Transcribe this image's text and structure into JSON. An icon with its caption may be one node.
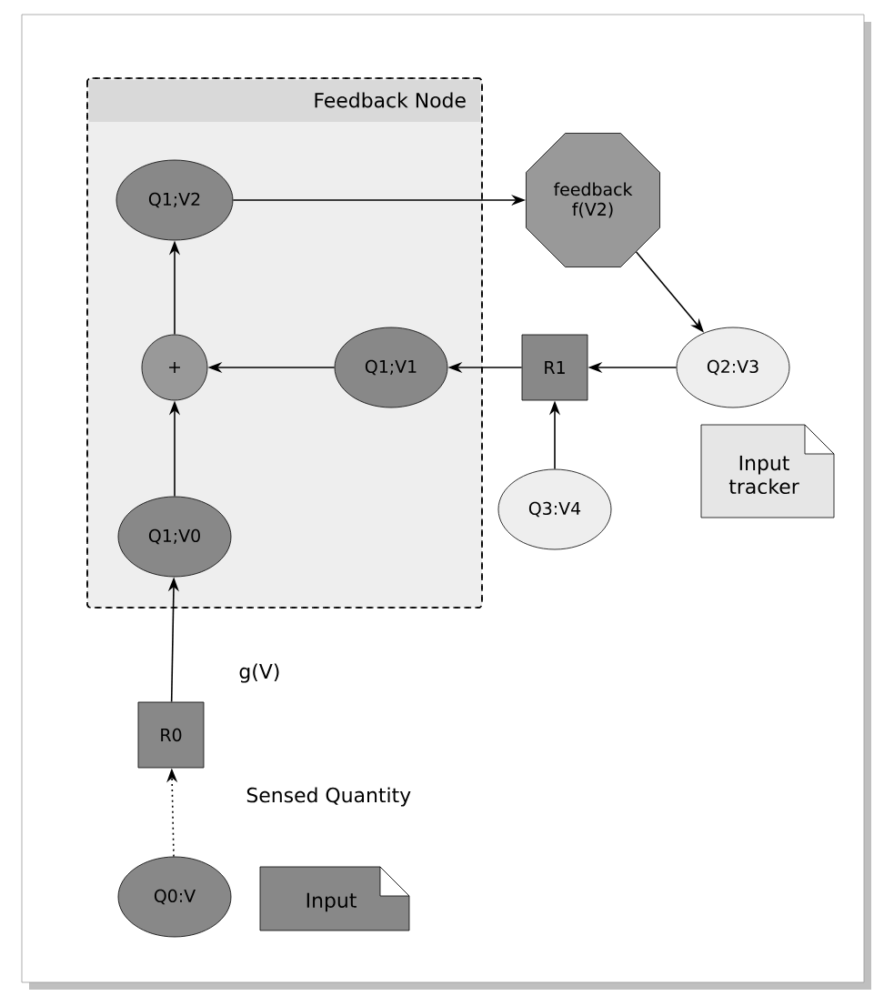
{
  "diagram": {
    "nodes": [
      {
        "text": [
          "Feedback Node"
        ]
      },
      {
        "text": [
          "Q1;V2"
        ],
        "in": 0
      },
      {
        "text": [
          "+"
        ],
        "in": 0
      },
      {
        "text": [
          "Q1;V1"
        ],
        "in": 0
      },
      {
        "text": [
          "Q1;V0"
        ],
        "in": 0
      },
      {
        "text": [
          "feedback f(V2)"
        ]
      },
      {
        "text": [
          "R1"
        ]
      },
      {
        "text": [
          "Q2:V3"
        ]
      },
      {
        "text": [
          "Q3:V4"
        ]
      },
      {
        "text": [
          "Input tracker"
        ]
      },
      {
        "text": [
          "R0"
        ]
      },
      {
        "text": [
          "Q0:V"
        ]
      },
      {
        "text": [
          "Input"
        ]
      }
    ],
    "edges": [
      {
        "from": 1,
        "to": 5,
        "arrow": "to"
      },
      {
        "from": 5,
        "to": 7,
        "arrow": "to"
      },
      {
        "from": 7,
        "to": 6,
        "arrow": "to"
      },
      {
        "from": 8,
        "to": 6,
        "arrow": "to"
      },
      {
        "from": 6,
        "to": 3,
        "arrow": "to"
      },
      {
        "from": 3,
        "to": 2,
        "arrow": "to"
      },
      {
        "from": 2,
        "to": 1,
        "arrow": "to"
      },
      {
        "from": 4,
        "to": 2,
        "arrow": "to"
      },
      {
        "from": 10,
        "to": 4,
        "arrow": "to",
        "label": "g(V)"
      },
      {
        "from": 11,
        "to": 10,
        "arrow": "to",
        "style": "dashed",
        "label": "Sensed Quantity"
      }
    ]
  }
}
